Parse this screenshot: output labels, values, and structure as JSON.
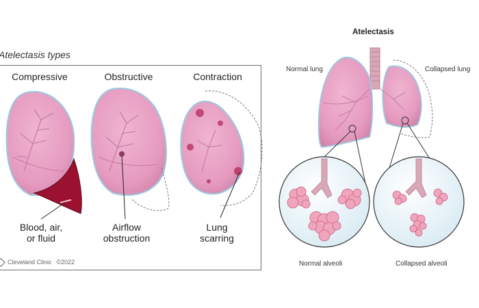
{
  "left_figure": {
    "title": "Atelectasis types",
    "types": [
      {
        "name": "Compressive",
        "caption": "Blood, air,\nor fluid"
      },
      {
        "name": "Obstructive",
        "caption": "Airflow\nobstruction"
      },
      {
        "name": "Contraction",
        "caption": "Lung\nscarring"
      }
    ],
    "credit": "Cleveland Clinic",
    "copyright": "©2022"
  },
  "right_figure": {
    "title": "Atelectasis",
    "normal_lung_label": "Normal lung",
    "collapsed_lung_label": "Collapsed lung",
    "normal_alveoli_label": "Normal alveoli",
    "collapsed_alveoli_label": "Collapsed alveoli"
  },
  "colors": {
    "lung_fill": "#e59bc0",
    "lung_outline": "#9ec7dc",
    "lung_inner": "#d98bb2",
    "fluid": "#9b1130",
    "scar": "#b5295a",
    "trachea": "#c9a0ad",
    "alveoli": "#e58da9"
  }
}
